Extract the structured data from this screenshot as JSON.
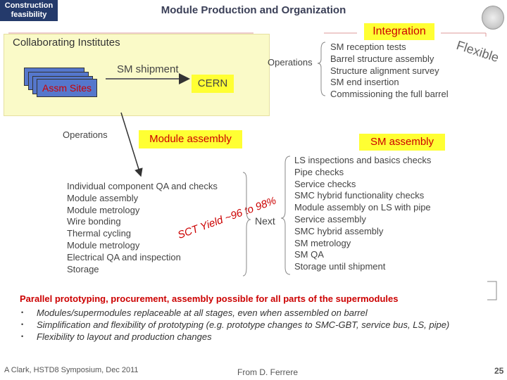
{
  "header": {
    "tag": [
      "Construction",
      "feasibility"
    ],
    "title": "Module Production and Organization"
  },
  "integration": {
    "label": "Integration",
    "operations": "Operations",
    "items": [
      "SM reception tests",
      "Barrel structure assembly",
      "Structure alignment survey",
      "SM end insertion",
      "Commissioning the full barrel"
    ],
    "flexible": "Flexible"
  },
  "institutes": {
    "title": "Collaborating  Institutes",
    "shipment": "SM shipment",
    "sites": "Assm Sites",
    "cern": "CERN"
  },
  "module_assembly": {
    "operations": "Operations",
    "label": "Module assembly",
    "items": [
      "Individual component QA and checks",
      "Module assembly",
      "Module metrology",
      "Wire bonding",
      "Thermal cycling",
      "Module metrology",
      "Electrical QA and inspection",
      "Storage"
    ],
    "yield": "SCT Yield ~96 to 98%",
    "next": "Next"
  },
  "sm_assembly": {
    "label": "SM assembly",
    "items": [
      "LS inspections and basics checks",
      "Pipe checks",
      "Service checks",
      "SMC hybrid functionality checks",
      "Module assembly on LS with pipe",
      "Service assembly",
      "SMC hybrid assembly",
      "SM metrology",
      "SM QA",
      "Storage until shipment"
    ]
  },
  "summary": {
    "headline": "Parallel prototyping, procurement, assembly possible for all parts of the supermodules",
    "bullets": [
      "Modules/supermodules replaceable at all stages, even when assembled on barrel",
      "Simplification and flexibility of prototyping (e.g. prototype changes to SMC-GBT, service bus, LS, pipe)",
      "Flexibility to layout and production changes"
    ]
  },
  "footer": {
    "author": "A Clark, HSTD8 Symposium, Dec 2011",
    "source": "From D. Ferrere",
    "page": "25"
  },
  "colors": {
    "accent_red": "#cc0000",
    "highlight_yellow": "#ffff33",
    "box_yellow": "#fafac8",
    "tag_blue": "#243a6b"
  }
}
